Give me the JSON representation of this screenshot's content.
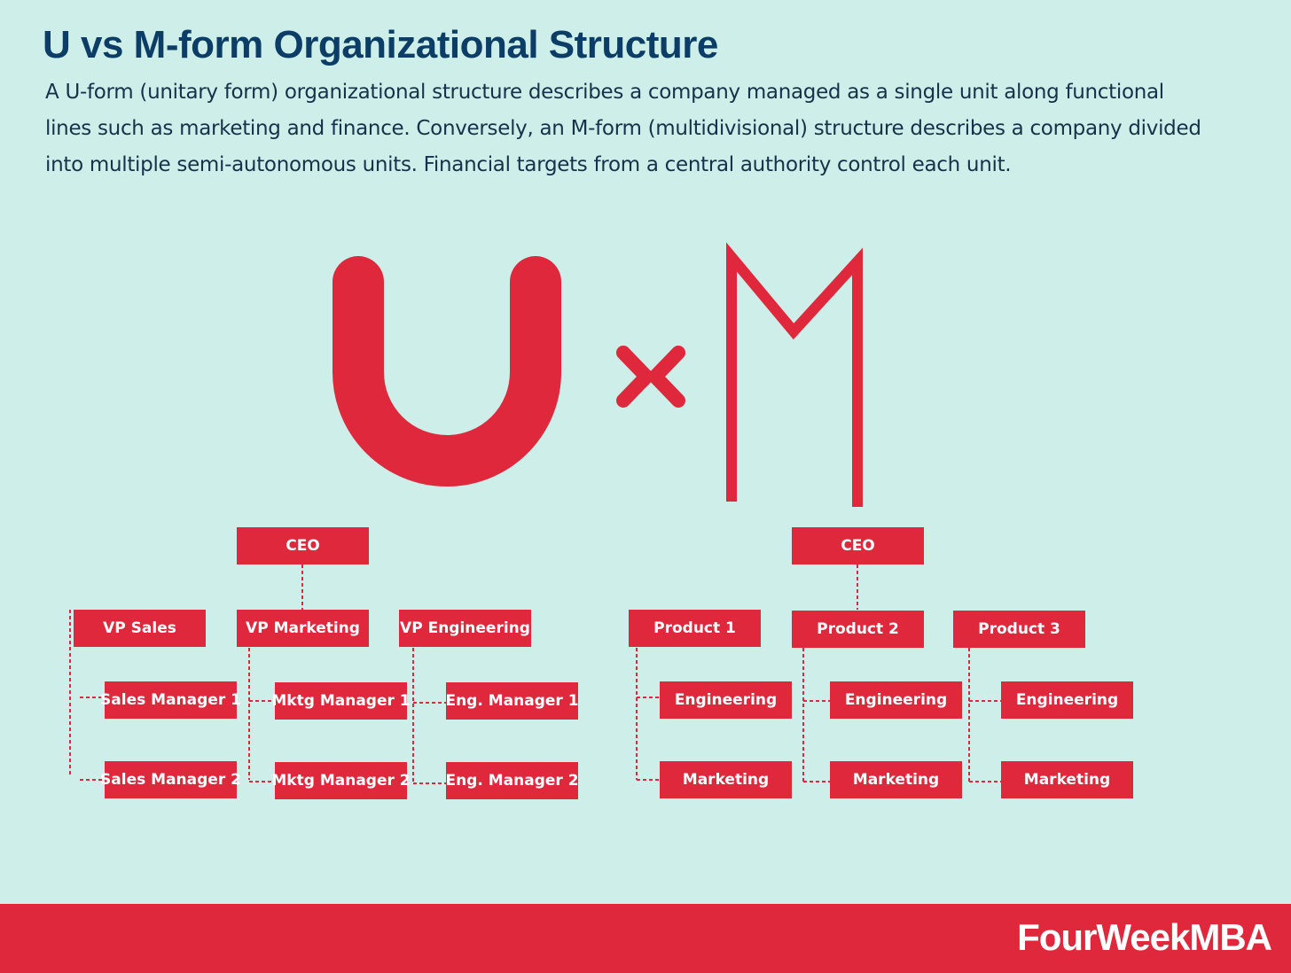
{
  "header": {
    "title": "U vs M-form Organizational Structure",
    "description": "A U-form (unitary form) organizational structure describes a company managed as a single unit along functional lines such as marketing and finance. Conversely, an M-form (multidivisional) structure describes a company divided into multiple semi-autonomous units. Financial targets from a central authority control each unit."
  },
  "colors": {
    "background": "#cdeee9",
    "accent": "#e0283d",
    "title": "#0b3d66",
    "text": "#16324a"
  },
  "u_form": {
    "ceo": "CEO",
    "vps": [
      {
        "label": "VP Sales",
        "managers": [
          "Sales Manager 1",
          "Sales Manager 2"
        ]
      },
      {
        "label": "VP Marketing",
        "managers": [
          "Mktg Manager 1",
          "Mktg Manager 2"
        ]
      },
      {
        "label": "VP Engineering",
        "managers": [
          "Eng. Manager 1",
          "Eng. Manager 2"
        ]
      }
    ]
  },
  "m_form": {
    "ceo": "CEO",
    "products": [
      {
        "label": "Product 1",
        "units": [
          "Engineering",
          "Marketing"
        ]
      },
      {
        "label": "Product 2",
        "units": [
          "Engineering",
          "Marketing"
        ]
      },
      {
        "label": "Product 3",
        "units": [
          "Engineering",
          "Marketing"
        ]
      }
    ]
  },
  "footer": {
    "brand": "FourWeekMBA"
  }
}
